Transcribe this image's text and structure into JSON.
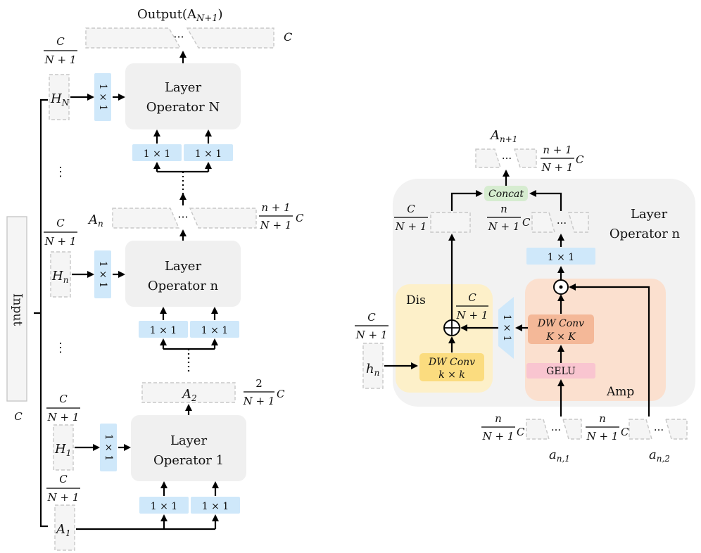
{
  "left": {
    "output_label": "Output(A",
    "output_sub": "N+1",
    "output_close": ")",
    "output_ch": "C",
    "frac_c": "C",
    "frac_n1": "N + 1",
    "conv_1x1": "1 × 1",
    "input_label": "Input",
    "input_ch": "C",
    "hn_top": "H",
    "hn_top_sub": "N",
    "hn_mid": "H",
    "hn_mid_sub": "n",
    "h1": "H",
    "h1_sub": "1",
    "a1": "A",
    "a1_sub": "1",
    "an": "A",
    "an_sub": "n",
    "a2": "A",
    "a2_sub": "2",
    "an_frac_num": "n + 1",
    "an_frac_den": "N + 1",
    "a2_frac_num": "2",
    "a2_frac_den": "N + 1",
    "op_top_line1": "Layer",
    "op_top_line2": "Operator N",
    "op_mid_line1": "Layer",
    "op_mid_line2": "Operator n",
    "op_bot_line1": "Layer",
    "op_bot_line2": "Operator 1",
    "ellipsis": "⋮",
    "dots": "···"
  },
  "right": {
    "out_label": "A",
    "out_sub": "n+1",
    "out_frac_num": "n + 1",
    "out_frac_den": "N + 1",
    "concat": "Concat",
    "layer_line1": "Layer",
    "layer_line2": "Operator n",
    "frac_c": "C",
    "frac_n1": "N + 1",
    "frac_n": "n",
    "conv_1x1": "1 × 1",
    "dis": "Dis",
    "amp": "Amp",
    "dwconv_small_1": "DW Conv",
    "dwconv_small_2": "k × k",
    "dwconv_big_1": "DW Conv",
    "dwconv_big_2": "K × K",
    "gelu": "GELU",
    "hn": "h",
    "hn_sub": "n",
    "an1": "a",
    "an1_sub": "n,1",
    "an2": "a",
    "an2_sub": "n,2",
    "dots": "···"
  },
  "colors": {
    "blue": "#cfe8fa",
    "operator_gray": "#f0f0f0",
    "dis_yellow": "#fdf0c9",
    "amp_orange": "#fbe0cf",
    "dwconv_yellow": "#fbdc7f",
    "dwconv_orange": "#f4b898",
    "gelu_pink": "#f9c5d0",
    "concat_green": "#d6ecd0",
    "panel_gray": "#f2f2f2"
  }
}
